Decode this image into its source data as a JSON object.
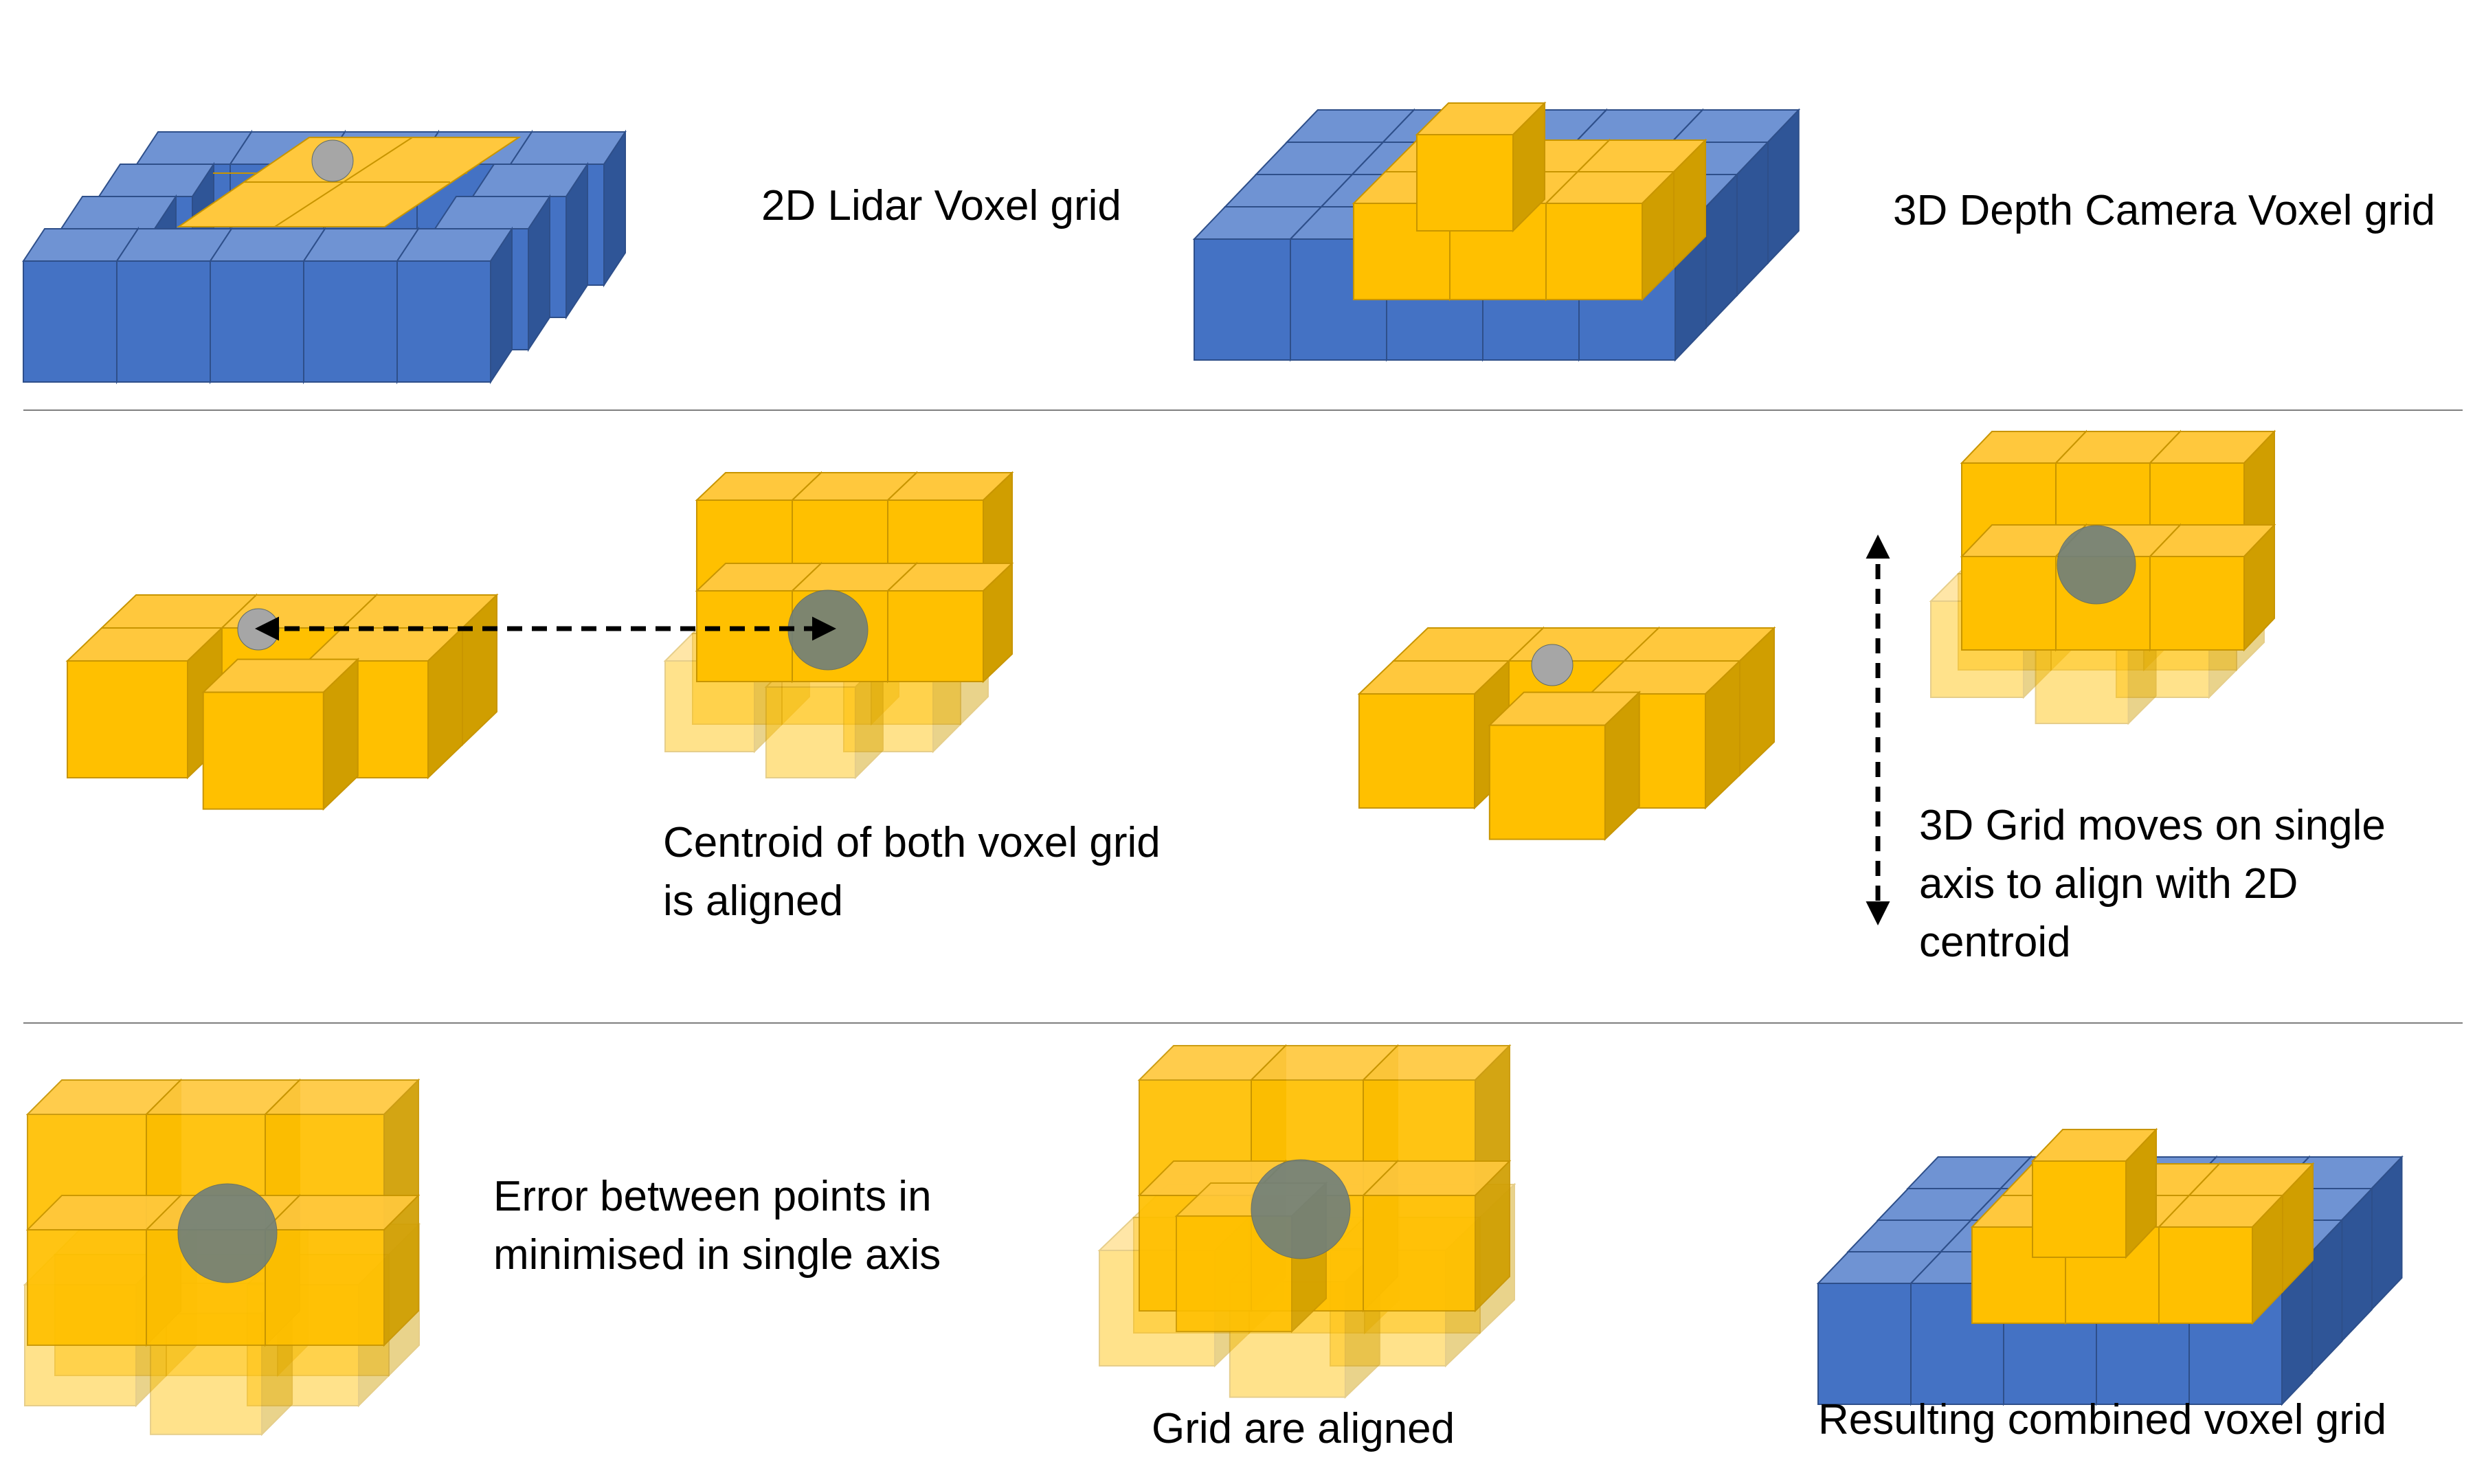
{
  "colors": {
    "blue_top": "#6f93d3",
    "blue_front": "#4472c4",
    "blue_side": "#2f5597",
    "blue_edge": "#2e4f8a",
    "yellow_top": "#ffc83d",
    "yellow_front": "#ffc000",
    "yellow_side": "#d09e00",
    "yellow_edge": "#c89500",
    "ghost": "#fce7ab",
    "centroid_small": "#a6a6a6",
    "centroid_large": "#6f7f7c"
  },
  "labels": {
    "lidar_grid": "2D Lidar Voxel grid",
    "depth_grid": "3D Depth Camera Voxel grid",
    "centroid_line1": "Centroid of both voxel grid",
    "centroid_line2": "is aligned",
    "single_axis_line1": "3D Grid moves on single",
    "single_axis_line2": "axis to align with 2D",
    "single_axis_line3": "centroid",
    "error_line1": "Error between points in",
    "error_line2": "minimised in single axis",
    "aligned": "Grid are aligned",
    "combined": "Resulting combined voxel grid"
  },
  "icons": {
    "horizontal_arrow": "double-headed-dashed-arrow",
    "vertical_arrow": "double-headed-dashed-arrow",
    "centroid": "circle"
  }
}
